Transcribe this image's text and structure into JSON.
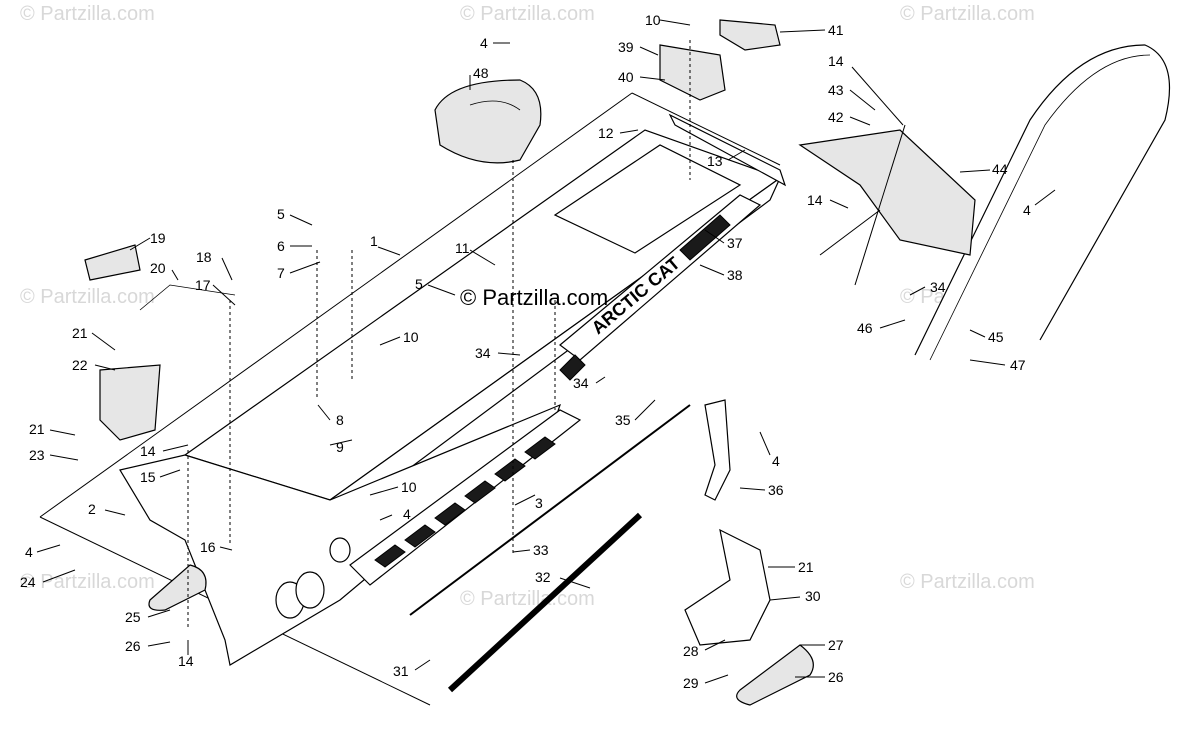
{
  "watermark": {
    "text": "© Partzilla.com",
    "center_text": "© Partzilla.com"
  },
  "decal_text": "ARCTIC CAT",
  "callouts": [
    {
      "id": "c1",
      "label": "1"
    },
    {
      "id": "c2",
      "label": "2"
    },
    {
      "id": "c3",
      "label": "3"
    },
    {
      "id": "c4a",
      "label": "4"
    },
    {
      "id": "c4b",
      "label": "4"
    },
    {
      "id": "c4c",
      "label": "4"
    },
    {
      "id": "c4d",
      "label": "4"
    },
    {
      "id": "c4e",
      "label": "4"
    },
    {
      "id": "c5a",
      "label": "5"
    },
    {
      "id": "c5b",
      "label": "5"
    },
    {
      "id": "c6",
      "label": "6"
    },
    {
      "id": "c7",
      "label": "7"
    },
    {
      "id": "c8",
      "label": "8"
    },
    {
      "id": "c9",
      "label": "9"
    },
    {
      "id": "c10a",
      "label": "10"
    },
    {
      "id": "c10b",
      "label": "10"
    },
    {
      "id": "c10c",
      "label": "10"
    },
    {
      "id": "c11",
      "label": "11"
    },
    {
      "id": "c12",
      "label": "12"
    },
    {
      "id": "c13",
      "label": "13"
    },
    {
      "id": "c14a",
      "label": "14"
    },
    {
      "id": "c14b",
      "label": "14"
    },
    {
      "id": "c14c",
      "label": "14"
    },
    {
      "id": "c14d",
      "label": "14"
    },
    {
      "id": "c15",
      "label": "15"
    },
    {
      "id": "c16",
      "label": "16"
    },
    {
      "id": "c17",
      "label": "17"
    },
    {
      "id": "c18",
      "label": "18"
    },
    {
      "id": "c19",
      "label": "19"
    },
    {
      "id": "c20",
      "label": "20"
    },
    {
      "id": "c21a",
      "label": "21"
    },
    {
      "id": "c21b",
      "label": "21"
    },
    {
      "id": "c21c",
      "label": "21"
    },
    {
      "id": "c22",
      "label": "22"
    },
    {
      "id": "c23",
      "label": "23"
    },
    {
      "id": "c24",
      "label": "24"
    },
    {
      "id": "c25",
      "label": "25"
    },
    {
      "id": "c26a",
      "label": "26"
    },
    {
      "id": "c26b",
      "label": "26"
    },
    {
      "id": "c27",
      "label": "27"
    },
    {
      "id": "c28",
      "label": "28"
    },
    {
      "id": "c29",
      "label": "29"
    },
    {
      "id": "c30",
      "label": "30"
    },
    {
      "id": "c31",
      "label": "31"
    },
    {
      "id": "c32",
      "label": "32"
    },
    {
      "id": "c33",
      "label": "33"
    },
    {
      "id": "c34a",
      "label": "34"
    },
    {
      "id": "c34b",
      "label": "34"
    },
    {
      "id": "c34c",
      "label": "34"
    },
    {
      "id": "c35",
      "label": "35"
    },
    {
      "id": "c36",
      "label": "36"
    },
    {
      "id": "c37",
      "label": "37"
    },
    {
      "id": "c38",
      "label": "38"
    },
    {
      "id": "c39",
      "label": "39"
    },
    {
      "id": "c40",
      "label": "40"
    },
    {
      "id": "c41",
      "label": "41"
    },
    {
      "id": "c42",
      "label": "42"
    },
    {
      "id": "c43",
      "label": "43"
    },
    {
      "id": "c44",
      "label": "44"
    },
    {
      "id": "c45",
      "label": "45"
    },
    {
      "id": "c46",
      "label": "46"
    },
    {
      "id": "c47",
      "label": "47"
    },
    {
      "id": "c48",
      "label": "48"
    }
  ]
}
